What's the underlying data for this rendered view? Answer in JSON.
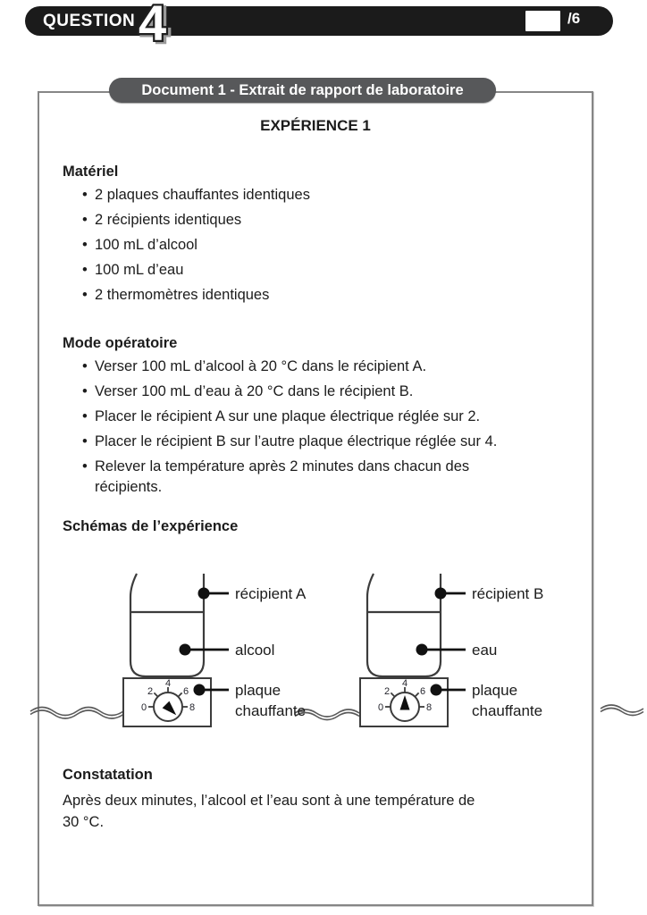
{
  "header": {
    "question_label": "QUESTION",
    "question_number": "4",
    "score_total": "/6",
    "bar_color": "#1b1b1b"
  },
  "doc": {
    "title": "Document 1 - Extrait de rapport de laboratoire",
    "title_pill_color": "#57585a",
    "experiment_title": "EXPÉRIENCE 1",
    "materiel": {
      "heading": "Matériel",
      "items": [
        "2 plaques chauffantes identiques",
        "2 récipients identiques",
        "100 mL d’alcool",
        "100 mL d’eau",
        "2 thermomètres identiques"
      ]
    },
    "mode": {
      "heading": "Mode opératoire",
      "items": [
        "Verser 100 mL d’alcool à 20 °C dans le récipient A.",
        "Verser 100 mL d’eau à 20 °C dans le récipient B.",
        "Placer le récipient A sur une plaque électrique réglée sur 2.",
        "Placer le récipient B sur l’autre plaque électrique réglée sur 4.",
        "Relever la température après 2 minutes dans chacun des\nrécipients."
      ]
    },
    "schemas": {
      "heading": "Schémas de l’expérience",
      "dial_labels": [
        "0",
        "2",
        "4",
        "6",
        "8"
      ],
      "left": {
        "label_recipient": "récipient A",
        "label_liquid": "alcool",
        "label_plate_1": "plaque",
        "label_plate_2": "chauffante",
        "dial_setting": "2"
      },
      "right": {
        "label_recipient": "récipient B",
        "label_liquid": "eau",
        "label_plate_1": "plaque",
        "label_plate_2": "chauffante",
        "dial_setting": "4"
      }
    },
    "constatation": {
      "heading": "Constatation",
      "text": "Après deux minutes, l’alcool et l’eau sont à une température de\n30 °C."
    }
  }
}
